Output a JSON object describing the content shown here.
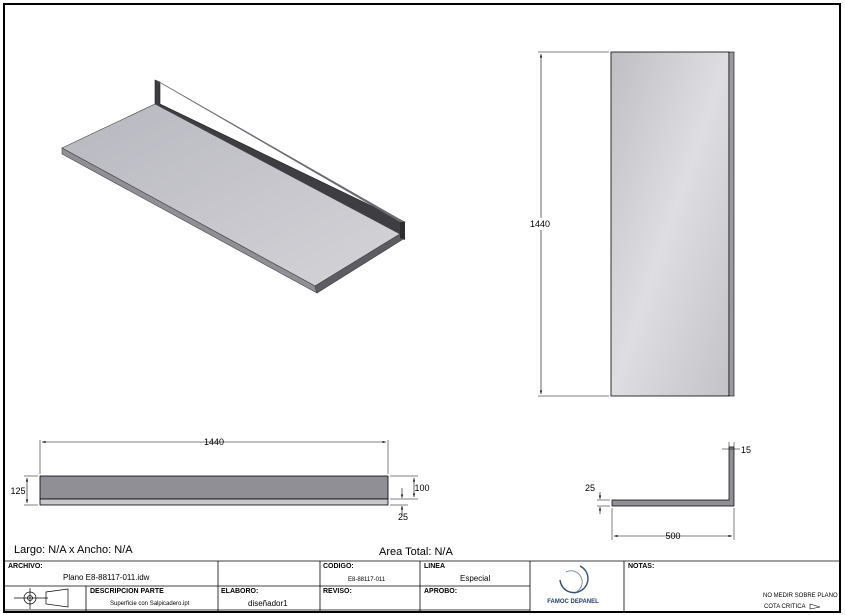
{
  "dimensions": {
    "front_height": "1440",
    "front_width_bottom": "1440",
    "left_125": "125",
    "right_100": "100",
    "bottom_25": "25",
    "side_15": "15",
    "side_25": "25",
    "side_500": "500"
  },
  "info": {
    "largo_ancho": "Largo: N/A x Ancho: N/A",
    "area_total": "Area Total: N/A"
  },
  "title_block": {
    "archivo_label": "ARCHIVO:",
    "archivo_value": "Plano E8-88117-011.idw",
    "codigo_label": "CODIGO:",
    "codigo_value": "E8-88117-011",
    "linea_label": "LINEA",
    "linea_value": "Especial",
    "descripcion_label": "DESCRIPCION PARTE",
    "descripcion_value": "Superficie con Salpicadero.ipt",
    "elaboro_label": "ELABORO:",
    "elaboro_value": "diseñador1",
    "reviso_label": "REVISO:",
    "aprobo_label": "APROBO:",
    "logo_text": "FAMOC DEPANEL",
    "notas_label": "NOTAS:",
    "note_1": "NO MEDIR SOBRE PLANO",
    "note_2": "COTA CRITICA"
  },
  "colors": {
    "panel_top": "#bdbdc4",
    "panel_dark": "#3e3e42",
    "panel_mid": "#8f8f95",
    "front_face": "#c8c8cc"
  }
}
